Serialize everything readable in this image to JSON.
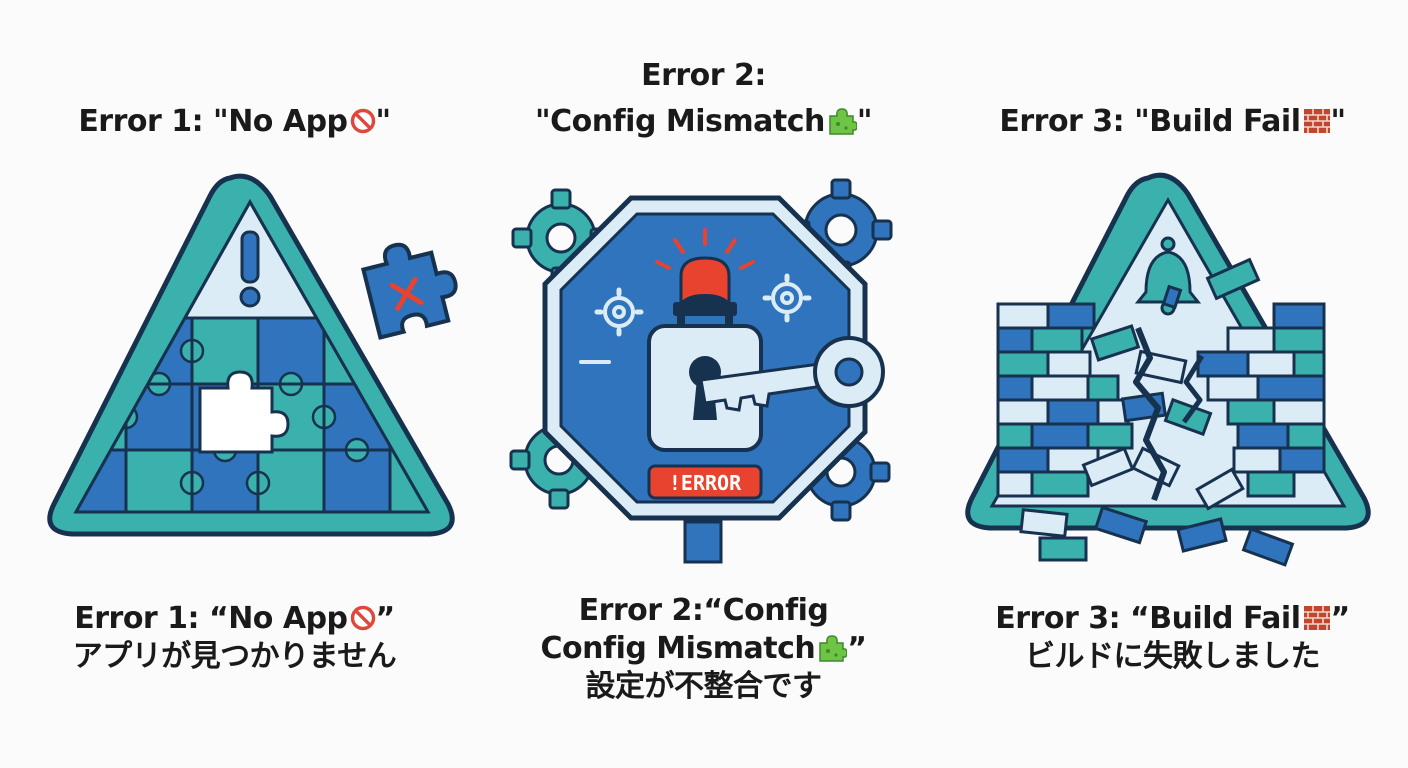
{
  "panels": [
    {
      "heading": {
        "text": "Error 1:  \"No App",
        "suffix": "\"",
        "emoji": "no-entry-icon"
      },
      "illustration": {
        "name": "triangle-warning-puzzle",
        "icons": [
          "exclamation-icon",
          "puzzle-piece-icon",
          "x-mark-icon"
        ]
      },
      "caption": {
        "line1": "Error 1: “No App",
        "line1_suffix": "”",
        "line2": "アプリが見つかりません"
      }
    },
    {
      "heading": {
        "line1": "Error 2:",
        "line2": "\"Config Mismatch",
        "suffix": "\"",
        "emoji": "puzzle-piece-icon"
      },
      "illustration": {
        "name": "octagon-lock-key",
        "badge": "!ERROR",
        "icons": [
          "gear-icon",
          "siren-light-icon",
          "padlock-icon",
          "key-icon"
        ]
      },
      "caption": {
        "line1": "Error 2:“Config",
        "line2": "Config Mismatch",
        "line2_suffix": "”",
        "line3": "設定が不整合です"
      }
    },
    {
      "heading": {
        "text": "Error 3: \"Build Fail",
        "suffix": "\"",
        "emoji": "brick-icon"
      },
      "illustration": {
        "name": "triangle-warning-broken-wall",
        "icons": [
          "bell-icon",
          "brick-wall-icon"
        ]
      },
      "caption": {
        "line1": "Error 3: “Build Fail",
        "line1_suffix": "”",
        "line2": "ビルドに失敗しました"
      }
    }
  ],
  "colors": {
    "teal": "#3bb1ae",
    "blue": "#2f74bd",
    "navy": "#17324f",
    "light": "#dcecf6",
    "red": "#e8432f",
    "green": "#6dc445",
    "brick": "#c0462e"
  }
}
